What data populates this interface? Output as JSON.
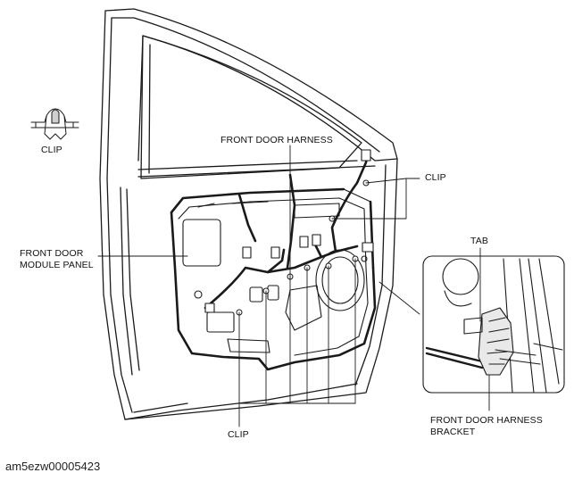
{
  "labels": {
    "clip_legend": "CLIP",
    "front_door_harness": "FRONT DOOR HARNESS",
    "clip_right": "CLIP",
    "front_door_module_panel_1": "FRONT DOOR",
    "front_door_module_panel_2": "MODULE PANEL",
    "tab": "TAB",
    "bracket_1": "FRONT DOOR HARNESS",
    "bracket_2": "BRACKET",
    "clip_bottom": "CLIP"
  },
  "image_code": "am5ezw00005423",
  "colors": {
    "line": "#1a1a1a",
    "harness": "#1a1a1a",
    "panel_fill": "#ffffff"
  }
}
